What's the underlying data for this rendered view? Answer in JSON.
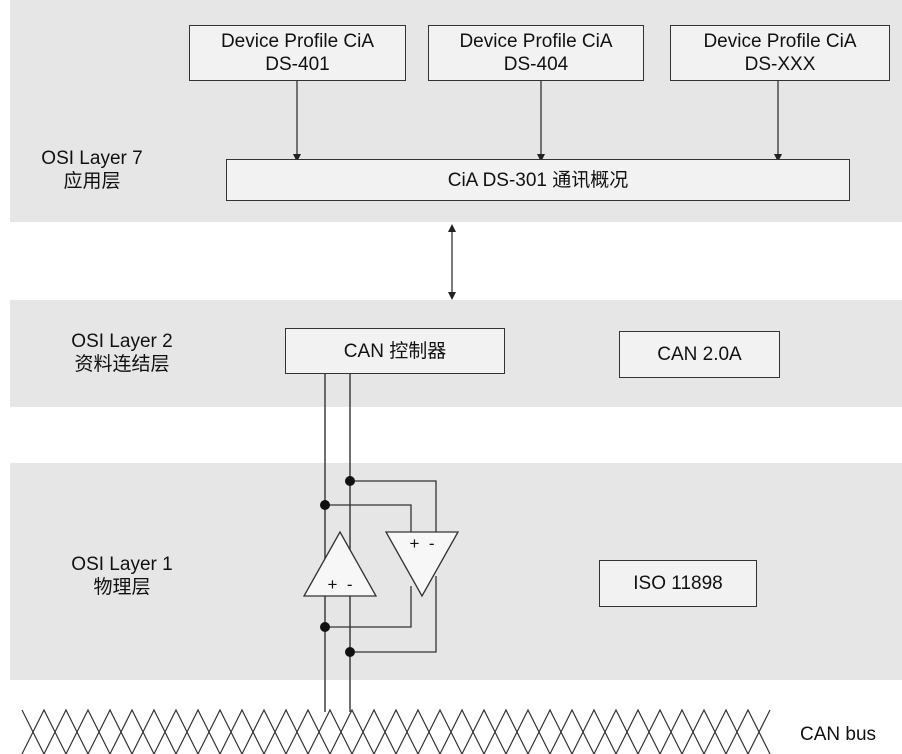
{
  "colors": {
    "band": "#e6e6e6",
    "box": "#f2f2f2",
    "line": "#333333"
  },
  "layer7": {
    "label_line1": "OSI Layer 7",
    "label_line2": "应用层",
    "profiles": [
      {
        "line1": "Device Profile CiA",
        "line2": "DS-401"
      },
      {
        "line1": "Device Profile CiA",
        "line2": "DS-404"
      },
      {
        "line1": "Device Profile CiA",
        "line2": "DS-XXX"
      }
    ],
    "comm_profile": "CiA DS-301 通讯概况"
  },
  "layer2": {
    "label_line1": "OSI Layer 2",
    "label_line2": "资料连结层",
    "controller": "CAN 控制器",
    "standard": "CAN 2.0A"
  },
  "layer1": {
    "label_line1": "OSI Layer 1",
    "label_line2": "物理层",
    "standard": "ISO 11898",
    "transmitter_signs": "+  -",
    "receiver_signs": "+  -"
  },
  "bus": {
    "label": "CAN bus"
  }
}
